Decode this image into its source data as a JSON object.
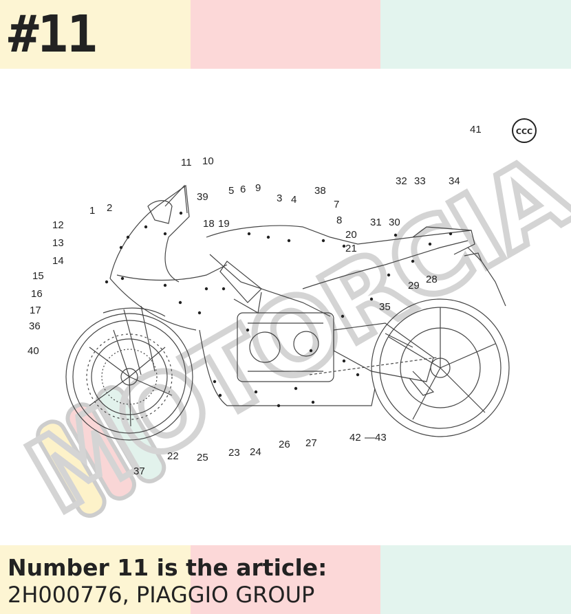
{
  "header": {
    "article_number": "#11",
    "colors": [
      "#fdf5d3",
      "#fcd8d8",
      "#e3f4ee"
    ]
  },
  "footer": {
    "line1": "Number 11 is the article:",
    "line2": "2H000776, PIAGGIO GROUP"
  },
  "diagram": {
    "subject": "motorcycle-decal-diagram",
    "callouts": [
      "1",
      "2",
      "3",
      "4",
      "5",
      "6",
      "7",
      "8",
      "9",
      "10",
      "11",
      "12",
      "13",
      "14",
      "15",
      "16",
      "17",
      "18",
      "19",
      "20",
      "21",
      "22",
      "23",
      "24",
      "25",
      "26",
      "27",
      "28",
      "29",
      "30",
      "31",
      "32",
      "33",
      "34",
      "35",
      "36",
      "37",
      "38",
      "39",
      "40",
      "41",
      "42",
      "43"
    ],
    "callout_43_prefix": "—",
    "ccc_mark": "CCC"
  },
  "watermark": {
    "text": "MOTORCIA"
  }
}
